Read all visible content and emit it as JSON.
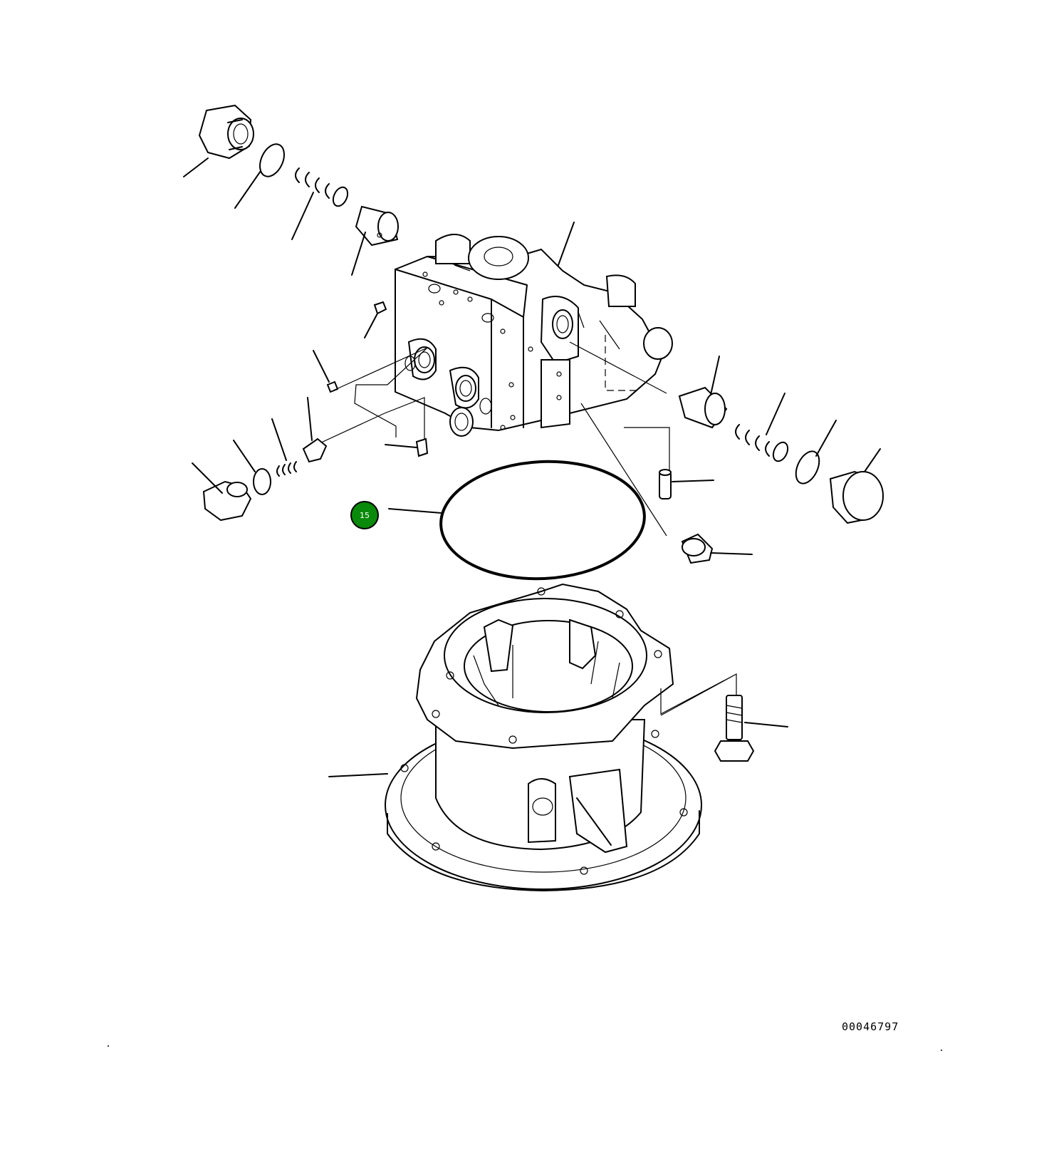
{
  "diagram": {
    "drawing_number": "00046797",
    "highlight_color": "#0a8a0a",
    "callouts": [
      {
        "number": "15",
        "part": "o-ring",
        "highlighted": true
      }
    ]
  }
}
